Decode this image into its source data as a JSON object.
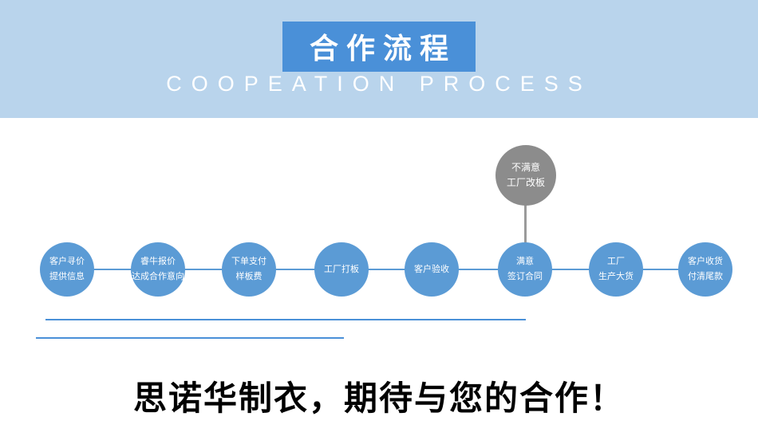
{
  "banner": {
    "title": "合作流程",
    "subtitle": "COOPEATION PROCESS"
  },
  "flow": {
    "steps": [
      {
        "line1": "客户寻价",
        "line2": "提供信息"
      },
      {
        "line1": "睿牛报价",
        "line2": "达成合作意向"
      },
      {
        "line1": "下单支付",
        "line2": "样板费"
      },
      {
        "line1": "工厂打板",
        "line2": ""
      },
      {
        "line1": "客户验收",
        "line2": ""
      },
      {
        "line1": "满意",
        "line2": "签订合同"
      },
      {
        "line1": "工厂",
        "line2": "生产大货"
      },
      {
        "line1": "客户收货",
        "line2": "付清尾款"
      }
    ],
    "dissatisfied": {
      "line1": "不满意",
      "line2": "工厂改板"
    }
  },
  "footer": {
    "slogan": "思诺华制衣，期待与您的合作！"
  },
  "colors": {
    "banner_bg": "#b9d4ec",
    "title_bg": "#4a90d8",
    "step_circle": "#5b9bd5",
    "alt_circle": "#8c8c8c",
    "connector": "#5b9bd5",
    "underline": "#4a90d8",
    "slogan_text": "#000000"
  }
}
